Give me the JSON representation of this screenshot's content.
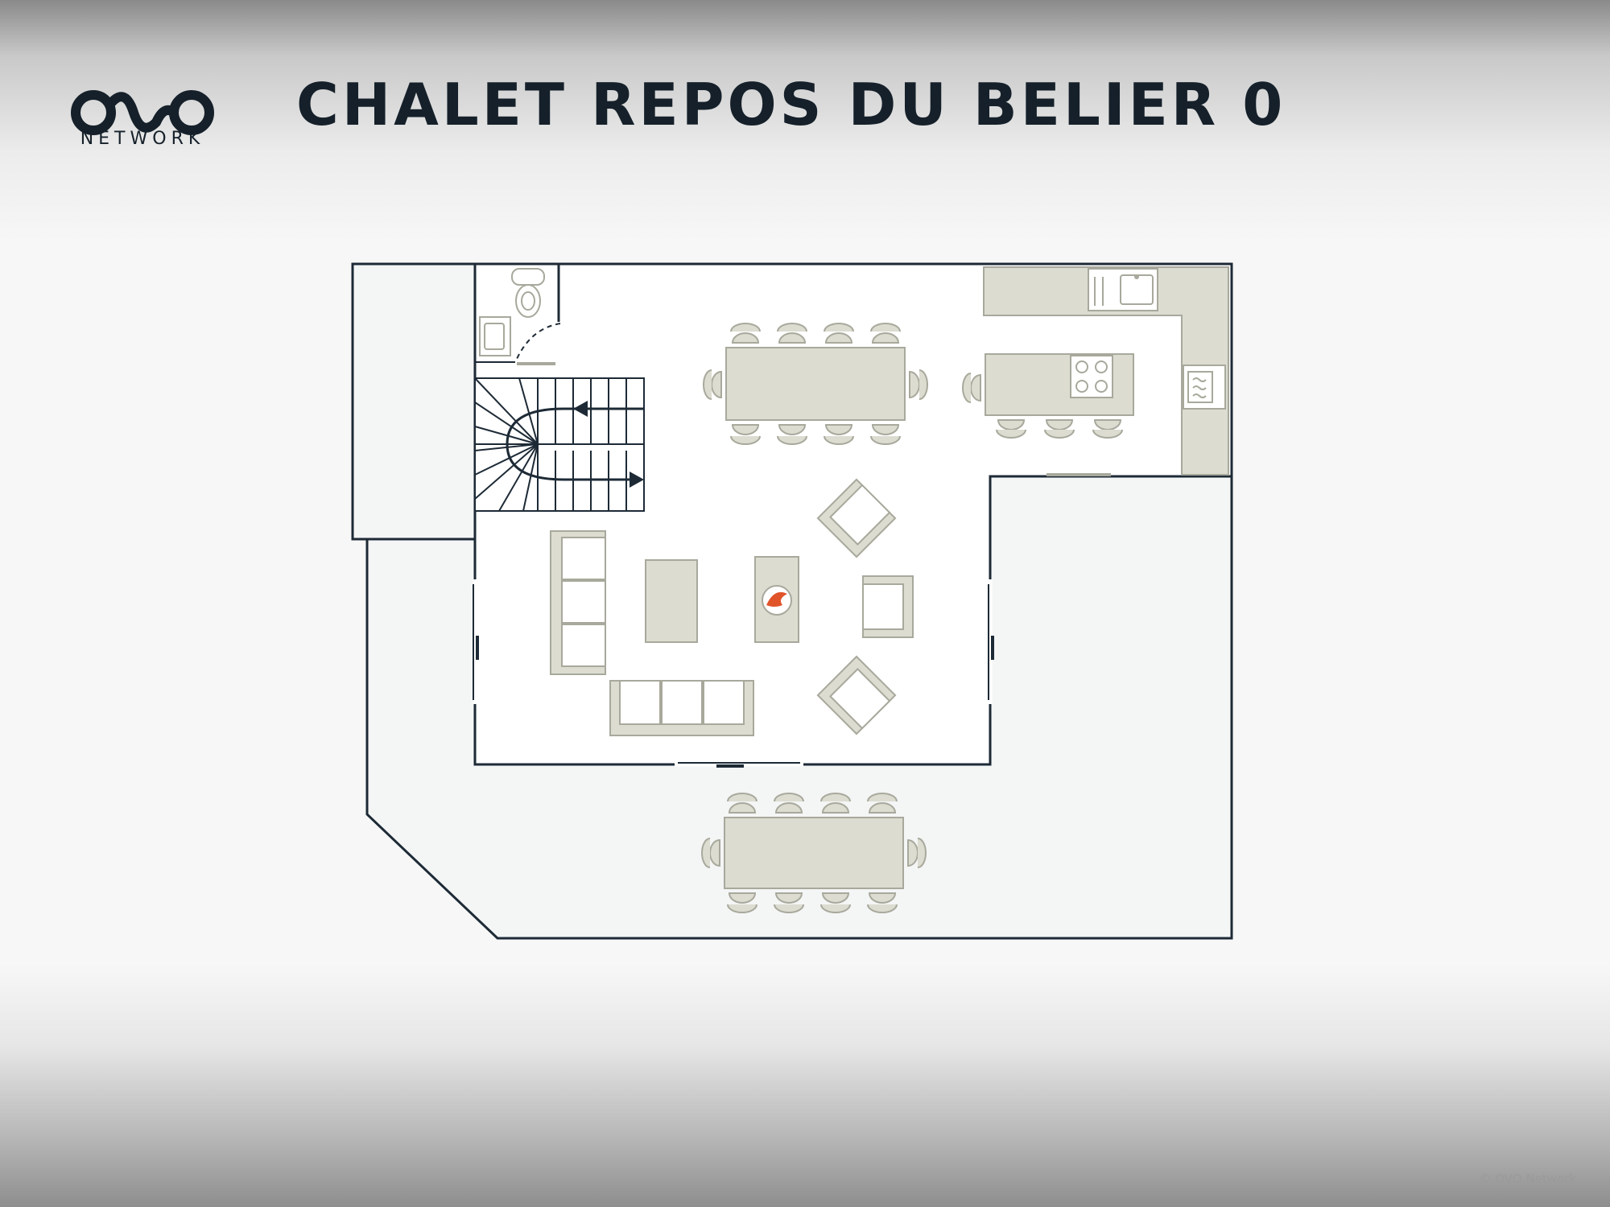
{
  "header": {
    "logo_text": "NETWORK",
    "title": "CHALET REPOS DU BELIER 0"
  },
  "footer": {
    "copyright": "© OVO Network"
  },
  "colors": {
    "wall": "#1d2a36",
    "furniture_fill": "#dcdcd1",
    "furniture_stroke": "#a8a99c",
    "floor": "#ffffff",
    "terrace": "#f4f5f5",
    "fire_accent": "#e0542a"
  },
  "icons": [
    "ovo-logo-icon",
    "toilet-icon",
    "sink-icon",
    "stairs-icon",
    "stove-icon",
    "fireplace-icon",
    "microwave-icon",
    "chair-icon",
    "sofa-icon",
    "armchair-icon"
  ]
}
